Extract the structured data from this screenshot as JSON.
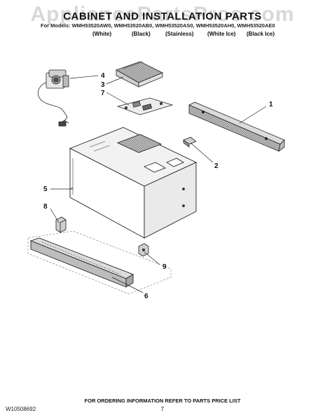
{
  "watermark": "AppliancePartsPros.com",
  "title": "CABINET AND INSTALLATION PARTS",
  "models_line": "For Models: WMH53520AW0, WMH53520AB0, WMH53520AS0, WMH53520AH0, WMH53520AE0",
  "colors": [
    "(White)",
    "(Black)",
    "(Stainless)",
    "(White Ice)",
    "(Black Ice)"
  ],
  "callouts": [
    "1",
    "2",
    "3",
    "4",
    "5",
    "6",
    "7",
    "8",
    "9"
  ],
  "footer": {
    "doc_number": "W10508692",
    "ordering_note": "FOR ORDERING INFORMATION REFER TO PARTS PRICE LIST",
    "page_number": "7"
  }
}
